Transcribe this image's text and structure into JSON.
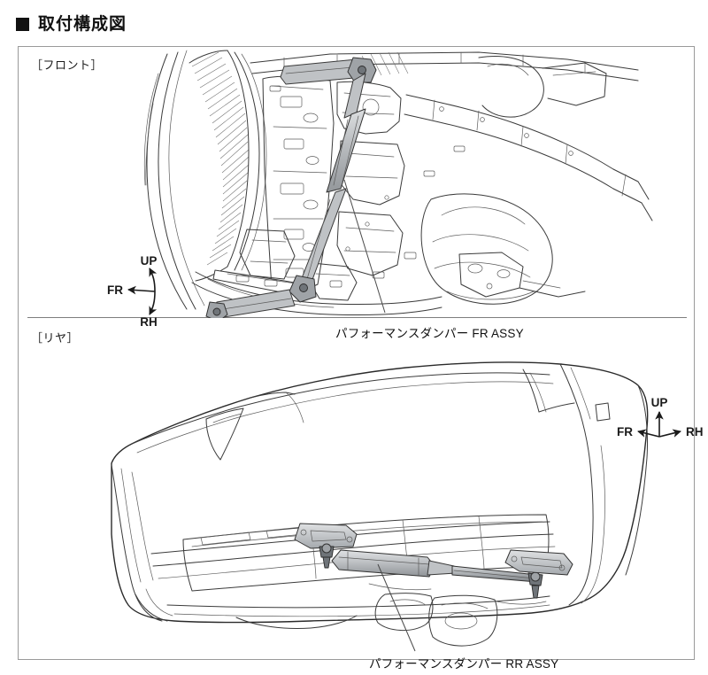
{
  "document": {
    "title": "取付構成図",
    "bullet_icon": "filled-square-bullet"
  },
  "sections": [
    {
      "id": "front",
      "label": "［フロント］",
      "callout": "パフォーマンスダンパー FR ASSY",
      "illustration": "engine-bay-front-underside-view",
      "axis_indicator": {
        "type": "three-axis-front",
        "up": "UP",
        "fr": "FR",
        "rh": "RH"
      }
    },
    {
      "id": "rear",
      "label": "［リヤ］",
      "callout": "パフォーマンスダンパー RR ASSY",
      "illustration": "rear-bumper-assembly-view",
      "axis_indicator": {
        "type": "three-axis-rear",
        "up": "UP",
        "fr": "FR",
        "rh": "RH"
      }
    }
  ],
  "colors": {
    "frame_border": "#9a9a9a",
    "divider": "#7d7d7d",
    "line_art": "#3b3b3b",
    "part_highlight": "#bfc2c5",
    "text": "#111111",
    "background": "#ffffff"
  }
}
